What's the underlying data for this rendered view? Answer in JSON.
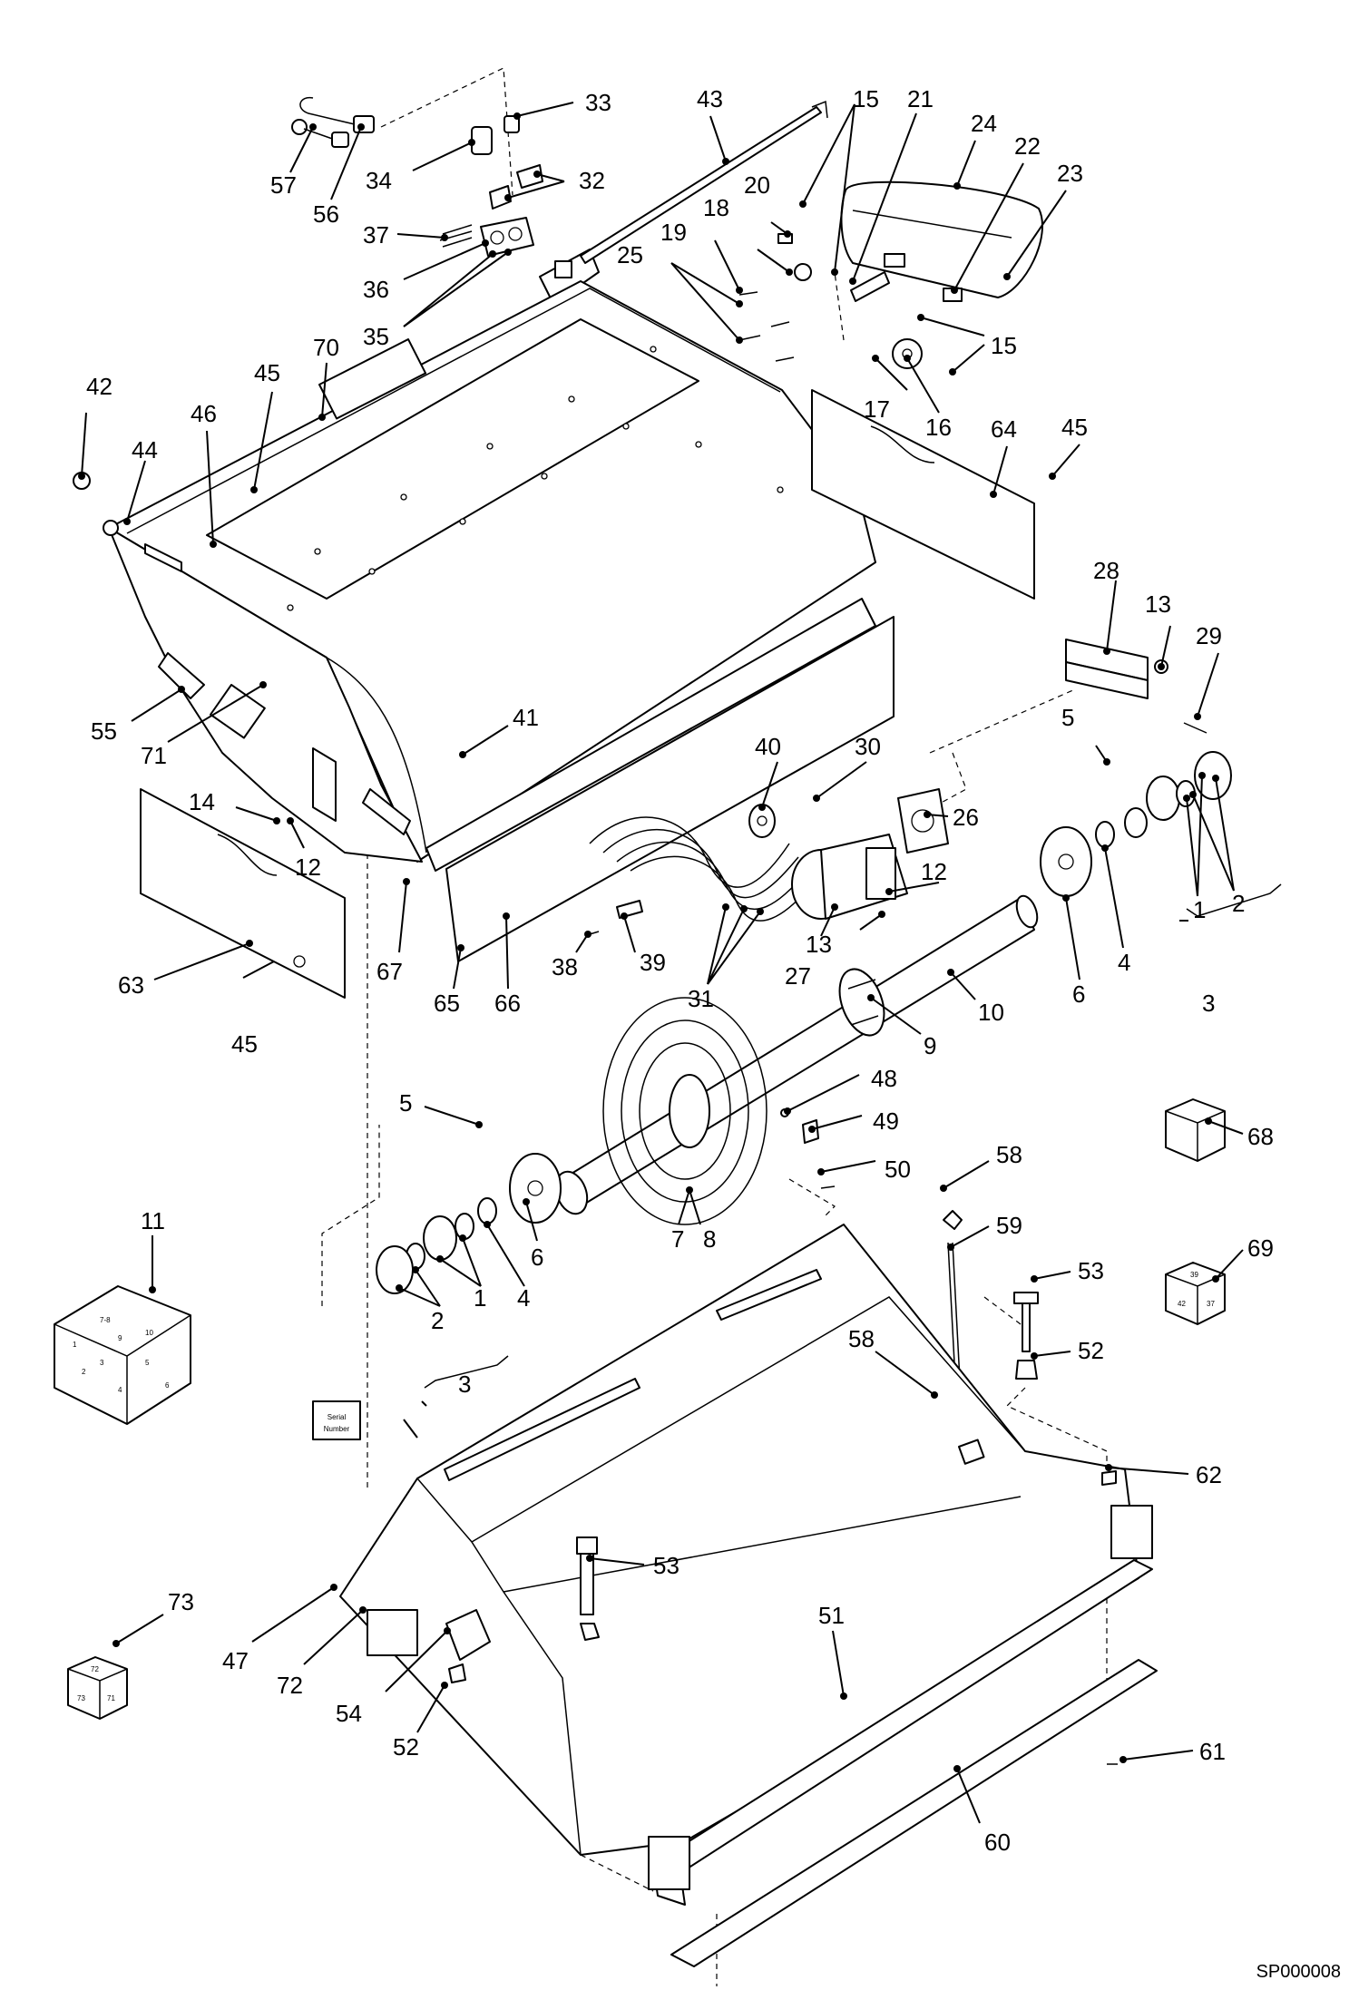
{
  "drawing_id": "SP000008",
  "stickers": {
    "serial_tag": [
      "Serial",
      "Number"
    ]
  },
  "kit_labels": {
    "kit_11": [
      "1",
      "2",
      "3",
      "4",
      "5",
      "6",
      "7-8",
      "9",
      "10"
    ],
    "kit_69": [
      "39",
      "42",
      "37"
    ],
    "kit_73": [
      "72",
      "73",
      "71"
    ]
  },
  "callouts": [
    {
      "id": "c57",
      "text": "57"
    },
    {
      "id": "c56",
      "text": "56"
    },
    {
      "id": "c34",
      "text": "34"
    },
    {
      "id": "c33",
      "text": "33"
    },
    {
      "id": "c32",
      "text": "32"
    },
    {
      "id": "c37",
      "text": "37"
    },
    {
      "id": "c36",
      "text": "36"
    },
    {
      "id": "c35",
      "text": "35"
    },
    {
      "id": "c43",
      "text": "43"
    },
    {
      "id": "c15a",
      "text": "15"
    },
    {
      "id": "c21",
      "text": "21"
    },
    {
      "id": "c24",
      "text": "24"
    },
    {
      "id": "c22",
      "text": "22"
    },
    {
      "id": "c23",
      "text": "23"
    },
    {
      "id": "c20",
      "text": "20"
    },
    {
      "id": "c18",
      "text": "18"
    },
    {
      "id": "c19",
      "text": "19"
    },
    {
      "id": "c25",
      "text": "25"
    },
    {
      "id": "c15b",
      "text": "15"
    },
    {
      "id": "c17",
      "text": "17"
    },
    {
      "id": "c16",
      "text": "16"
    },
    {
      "id": "c42",
      "text": "42"
    },
    {
      "id": "c44",
      "text": "44"
    },
    {
      "id": "c46",
      "text": "46"
    },
    {
      "id": "c45a",
      "text": "45"
    },
    {
      "id": "c70",
      "text": "70"
    },
    {
      "id": "c64",
      "text": "64"
    },
    {
      "id": "c45b",
      "text": "45"
    },
    {
      "id": "c28",
      "text": "28"
    },
    {
      "id": "c13a",
      "text": "13"
    },
    {
      "id": "c29",
      "text": "29"
    },
    {
      "id": "c55",
      "text": "55"
    },
    {
      "id": "c71",
      "text": "71"
    },
    {
      "id": "c41",
      "text": "41"
    },
    {
      "id": "c40",
      "text": "40"
    },
    {
      "id": "c30",
      "text": "30"
    },
    {
      "id": "c5a",
      "text": "5"
    },
    {
      "id": "c26",
      "text": "26"
    },
    {
      "id": "c14",
      "text": "14"
    },
    {
      "id": "c12a",
      "text": "12"
    },
    {
      "id": "c12b",
      "text": "12"
    },
    {
      "id": "c2a",
      "text": "2"
    },
    {
      "id": "c1a",
      "text": "1"
    },
    {
      "id": "c13b",
      "text": "13"
    },
    {
      "id": "c27",
      "text": "27"
    },
    {
      "id": "c63",
      "text": "63"
    },
    {
      "id": "c67",
      "text": "67"
    },
    {
      "id": "c65",
      "text": "65"
    },
    {
      "id": "c66",
      "text": "66"
    },
    {
      "id": "c38",
      "text": "38"
    },
    {
      "id": "c39",
      "text": "39"
    },
    {
      "id": "c31",
      "text": "31"
    },
    {
      "id": "c4a",
      "text": "4"
    },
    {
      "id": "c6a",
      "text": "6"
    },
    {
      "id": "c3a",
      "text": "3"
    },
    {
      "id": "c45c",
      "text": "45"
    },
    {
      "id": "c10",
      "text": "10"
    },
    {
      "id": "c9",
      "text": "9"
    },
    {
      "id": "c48",
      "text": "48"
    },
    {
      "id": "c68",
      "text": "68"
    },
    {
      "id": "c5b",
      "text": "5"
    },
    {
      "id": "c49",
      "text": "49"
    },
    {
      "id": "c50",
      "text": "50"
    },
    {
      "id": "c58a",
      "text": "58"
    },
    {
      "id": "c11",
      "text": "11"
    },
    {
      "id": "c7",
      "text": "7"
    },
    {
      "id": "c8",
      "text": "8"
    },
    {
      "id": "c59",
      "text": "59"
    },
    {
      "id": "c69",
      "text": "69"
    },
    {
      "id": "c6b",
      "text": "6"
    },
    {
      "id": "c53a",
      "text": "53"
    },
    {
      "id": "c4b",
      "text": "4"
    },
    {
      "id": "c1b",
      "text": "1"
    },
    {
      "id": "c2b",
      "text": "2"
    },
    {
      "id": "c52a",
      "text": "52"
    },
    {
      "id": "c58b",
      "text": "58"
    },
    {
      "id": "c3b",
      "text": "3"
    },
    {
      "id": "c62",
      "text": "62"
    },
    {
      "id": "c53b",
      "text": "53"
    },
    {
      "id": "c73",
      "text": "73"
    },
    {
      "id": "c51",
      "text": "51"
    },
    {
      "id": "c47",
      "text": "47"
    },
    {
      "id": "c72",
      "text": "72"
    },
    {
      "id": "c54",
      "text": "54"
    },
    {
      "id": "c61",
      "text": "61"
    },
    {
      "id": "c52b",
      "text": "52"
    },
    {
      "id": "c60",
      "text": "60"
    }
  ]
}
